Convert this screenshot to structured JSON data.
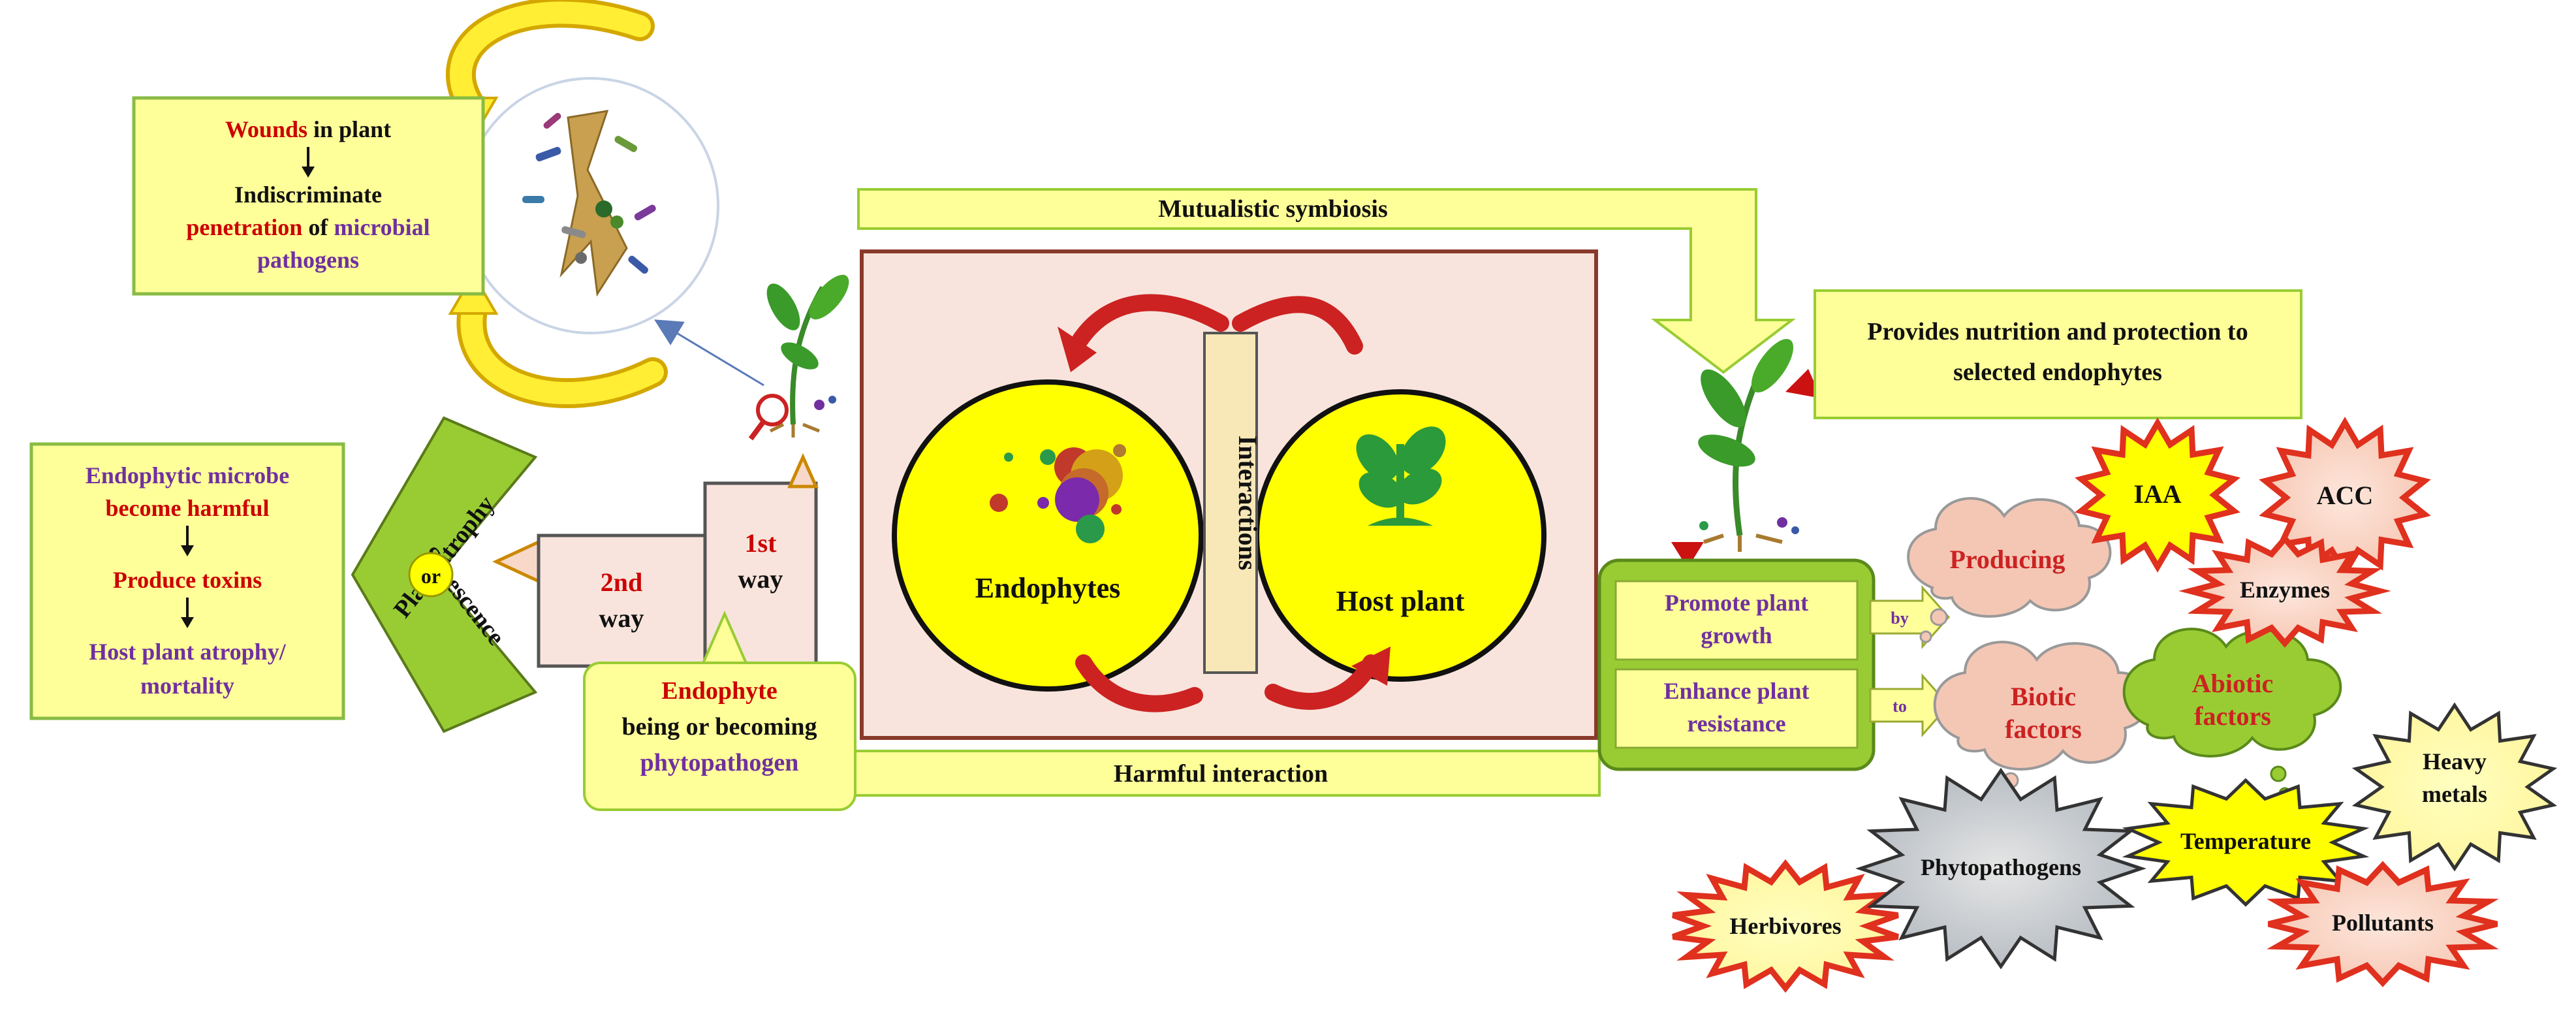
{
  "wound_box": {
    "line1_red": "Wounds",
    "line1_rest": " in plant",
    "line2": "Indiscriminate",
    "line3_red": "penetration",
    "line3_mid": " of ",
    "line3_purple": "microbial",
    "line4_purple": "pathogens"
  },
  "harmful_box": {
    "line1": "Endophytic microbe",
    "line2": "become harmful",
    "line3": "Produce toxins",
    "line4": "Host plant atrophy/",
    "line5": "mortality"
  },
  "atrophy_shape": {
    "label_top": "Plant atrophy",
    "label_or": "or",
    "label_bottom": "Senescence"
  },
  "ways": {
    "second_num": "2nd",
    "second_word": "way",
    "first_num": "1st",
    "first_word": "way"
  },
  "endophyte_box": {
    "line1": "Endophyte",
    "line2": "being or becoming",
    "line3": "phytopathogen"
  },
  "arrows": {
    "mutualistic": "Mutualistic symbiosis",
    "harmful": "Harmful interaction"
  },
  "center": {
    "left_circle": "Endophytes",
    "interactions": "Interactions",
    "right_circle": "Host plant"
  },
  "nutrition_box": {
    "line1": "Provides nutrition and protection to",
    "line2": "selected endophytes"
  },
  "green_panel": {
    "row1_line1": "Promote plant",
    "row1_line2": "growth",
    "row2_line1": "Enhance plant",
    "row2_line2": "resistance",
    "by": "by",
    "to": "to"
  },
  "clouds": {
    "producing": "Producing",
    "biotic_1": "Biotic",
    "biotic_2": "factors",
    "abiotic_1": "Abiotic",
    "abiotic_2": "factors"
  },
  "bursts": {
    "iaa": "IAA",
    "acc": "ACC",
    "enzymes": "Enzymes",
    "heavy_1": "Heavy",
    "heavy_2": "metals",
    "temperature": "Temperature",
    "phytopathogens": "Phytopathogens",
    "herbivores": "Herbivores",
    "pollutants": "Pollutants"
  },
  "colors": {
    "pale_yellow": "#ffff99",
    "yellow": "#ffff00",
    "green": "#99cc33",
    "dark_red": "#cc0000",
    "purple": "#7030a0",
    "salmon": "#f4c7b5",
    "pink_panel": "#f8e4dc",
    "red_burst_border": "#e0301e"
  }
}
